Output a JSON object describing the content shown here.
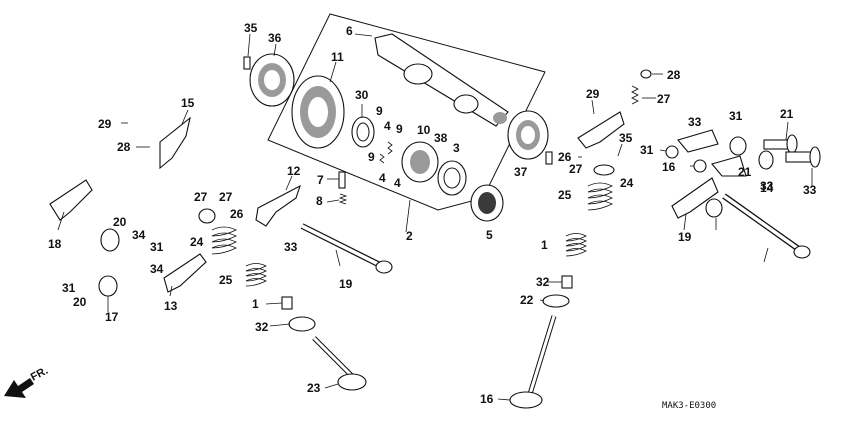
{
  "diagram": {
    "drawing_code": "MAK3-E0300",
    "direction_label": "FR.",
    "callouts": [
      "35",
      "36",
      "6",
      "11",
      "30",
      "9",
      "4",
      "9",
      "10",
      "38",
      "3",
      "9",
      "4",
      "4",
      "37",
      "5",
      "2",
      "7",
      "8",
      "12",
      "27",
      "27",
      "26",
      "24",
      "33",
      "19",
      "25",
      "1",
      "32",
      "23",
      "15",
      "29",
      "28",
      "18",
      "20",
      "34",
      "31",
      "31",
      "34",
      "20",
      "17",
      "13",
      "29",
      "28",
      "27",
      "35",
      "26",
      "27",
      "24",
      "25",
      "1",
      "32",
      "22",
      "16",
      "33",
      "31",
      "31",
      "16",
      "21",
      "33",
      "21",
      "14",
      "33",
      "19"
    ]
  }
}
